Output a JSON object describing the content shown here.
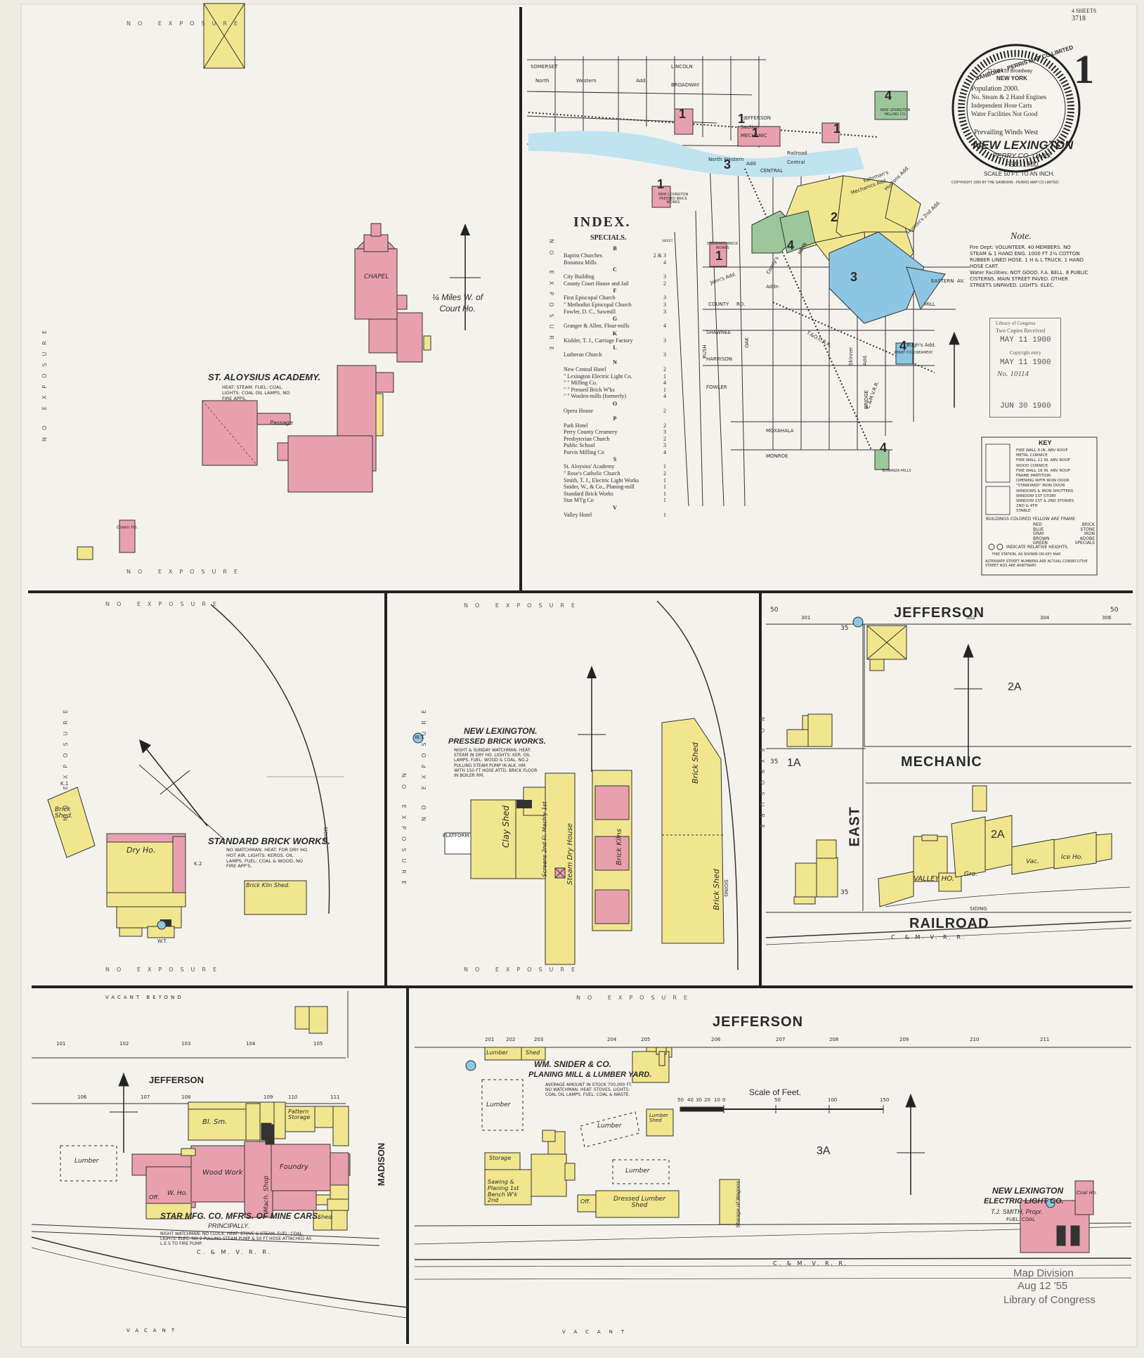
{
  "sheet": {
    "number": "1",
    "sheets_note": "4 SHEETS",
    "sheets_id": "3718"
  },
  "title_block": {
    "company": "SANBORN - PERRIS MAP CO LIMITED",
    "address": "117 & 119 Broadway",
    "city": "NEW YORK",
    "population": "Population 2000.",
    "engines": "No. Steam & 2 Hand Engines",
    "hose": "Independent Hose Carts",
    "water": "Water Facilities Not Good",
    "winds": "Prevailing Winds West",
    "town": "NEW LEXINGTON",
    "county": "PERRY CO. OHIO.",
    "date": "FEB. 1900.",
    "scale": "SCALE 50 FT. TO AN INCH.",
    "copyright": "COPYRIGHT 1900 BY THE SANBORN - PERRIS MAP CO LIMITED"
  },
  "note": {
    "heading": "Note.",
    "fire_dept": "Fire Dept: VOLUNTEER. 40 MEMBERS. NO STEAM & 1 HAND ENG. 1000 FT 2½ COTTON RUBBER LINED HOSE. 1 H & L TRUCK. 1 HAND HOSE CART.",
    "water_facilities": "Water Facilities: NOT GOOD. F.A. BELL. 8 PUBLIC CISTERNS. MAIN STREET PAVED. OTHER STREETS UNPAVED. LIGHTS: ELEC."
  },
  "received_stamp": {
    "line1": "Library of Congress",
    "line2": "Two Copies Received",
    "line3": "MAY 11 1900",
    "line4": "Copyright entry",
    "line5": "MAY 11 1900",
    "line6": "No. 10114",
    "line7": "JUN 30 1900"
  },
  "key": {
    "heading": "KEY",
    "lines": [
      "FIRE WALL 6 IN. ABV ROOF",
      "METAL CORNICE",
      "FIRE WALL 12 IN. ABV ROOF",
      "WOOD CORNICE",
      "FIRE WALL 18 IN. ABV ROOF",
      "FRAME PARTITION",
      "OPENING WITH IRON DOOR",
      "\"STANDARD\" IRON DOOR",
      "WINDOWS & IRON SHUTTERS",
      "WINDOW 1ST STORY",
      "WINDOW 1ST & 2ND STORIES",
      "2ND & 4TH",
      "STABLE"
    ],
    "colors_heading": "BUILDINGS COLORED YELLOW ARE FRAME",
    "colors": [
      {
        "name": "RED",
        "meaning": "BRICK"
      },
      {
        "name": "BLUE",
        "meaning": "STONE"
      },
      {
        "name": "GRAY",
        "meaning": "IRON"
      },
      {
        "name": "BROWN",
        "meaning": "ADOBE"
      },
      {
        "name": "GREEN",
        "meaning": "SPECIALS"
      }
    ],
    "heights": "INDICATE RELATIVE HEIGHTS.",
    "fire_station": "FIRE STATION, AS SHOWN ON KEY MAP.",
    "footer": "ALTERNATE STREET NUMBERS ARE ACTUAL CONSECUTIVE STREET NOS ARE ARBITRARY."
  },
  "index": {
    "title": "INDEX.",
    "subtitle": "SPECIALS.",
    "sheet_col": "SHEET",
    "entries": [
      {
        "letter": "B"
      },
      {
        "name": "Baptist Churches",
        "sheet": "2 & 3"
      },
      {
        "name": "Bonanza Mills",
        "sheet": "4"
      },
      {
        "letter": "C"
      },
      {
        "name": "City Building",
        "sheet": "3"
      },
      {
        "name": "County Court House and Jail",
        "sheet": "2"
      },
      {
        "letter": "F"
      },
      {
        "name": "First Episcopal Church",
        "sheet": "3"
      },
      {
        "name": "\" Methodist Episcopal Church",
        "sheet": "3"
      },
      {
        "name": "Fowler, D. C., Sawmill",
        "sheet": "3"
      },
      {
        "letter": "G"
      },
      {
        "name": "Granger & Allen, Flour-mills",
        "sheet": "4"
      },
      {
        "letter": "K"
      },
      {
        "name": "Kishler, T. J., Carriage Factory",
        "sheet": "3"
      },
      {
        "letter": "L"
      },
      {
        "name": "Lutheran Church",
        "sheet": "3"
      },
      {
        "letter": "N"
      },
      {
        "name": "New Central Hotel",
        "sheet": "2"
      },
      {
        "name": "\" Lexington Electric Light Co.",
        "sheet": "1"
      },
      {
        "name": "\" \" Milling Co.",
        "sheet": "4"
      },
      {
        "name": "\" \" Pressed Brick W'ks",
        "sheet": "1"
      },
      {
        "name": "\" \" Woolen-mills (formerly)",
        "sheet": "4"
      },
      {
        "letter": "O"
      },
      {
        "name": "Opera House",
        "sheet": "2"
      },
      {
        "letter": "P"
      },
      {
        "name": "Park Hotel",
        "sheet": "2"
      },
      {
        "name": "Perry County Creamery",
        "sheet": "3"
      },
      {
        "name": "Presbyterian Church",
        "sheet": "2"
      },
      {
        "name": "Public School",
        "sheet": "3"
      },
      {
        "name": "Purvis Milling Co",
        "sheet": "4"
      },
      {
        "letter": "S"
      },
      {
        "name": "St. Aloysius' Academy",
        "sheet": "1"
      },
      {
        "name": "\" Rose's Catholic Church",
        "sheet": "2"
      },
      {
        "name": "Smith, T. J., Electric Light Works",
        "sheet": "1"
      },
      {
        "name": "Snider, W., & Co., Planing-mill",
        "sheet": "1"
      },
      {
        "name": "Standard Brick Works",
        "sheet": "1"
      },
      {
        "name": "Star M'f'g Co",
        "sheet": "1"
      },
      {
        "letter": "V"
      },
      {
        "name": "Valley Hotel",
        "sheet": "1"
      }
    ]
  },
  "key_map": {
    "streets": [
      "SOMERSET",
      "North",
      "Western",
      "Add.",
      "LINCOLN",
      "BROADWAY",
      "JEFFERSON",
      "Section",
      "MECHANIC",
      "Railroad",
      "Central",
      "Add",
      "CENTRAL",
      "North Western",
      "MAIN",
      "Comly's",
      "Addn",
      "COUNTY",
      "RD.",
      "SHAWNEE",
      "HARRISON",
      "FOWLER",
      "RUSH",
      "OAK",
      "MOXAHALA",
      "MONROE",
      "BRIDGE",
      "EASTERN",
      "AV.",
      "MILL",
      "Bugh's Add.",
      "Rahrman's",
      "Mechanics Add.",
      "Hustons Add.",
      "Huston's 2nd Add.",
      "John's Add.",
      "Skinner",
      "Add.",
      "C.&M.V.R.R.",
      "T.&O.C.R.R."
    ],
    "labels": [
      {
        "text": "NEW LEXINGTON PRESSED BRICK WORKS"
      },
      {
        "text": "NEW LEXINGTON MILLING CO."
      },
      {
        "text": "STANDARD BRICK WORKS"
      },
      {
        "text": "PERRY CO. CREAMERY"
      },
      {
        "text": "BONANZA MILLS"
      }
    ],
    "sheet_numbers": [
      "1",
      "1",
      "1",
      "1",
      "1",
      "1",
      "2",
      "3",
      "4",
      "4",
      "4",
      "4",
      "3"
    ]
  },
  "panels": {
    "academy": {
      "name": "ST. ALOYSIUS ACADEMY.",
      "heat": "HEAT: STEAM. FUEL: COAL. LIGHTS: COAL OIL LAMPS. NO FIRE APPS.",
      "chapel": "CHAPEL",
      "passage": "Passage",
      "green_ho": "Green Ho.",
      "distance": "¼ Miles W. of Court Ho.",
      "exposure_top": "NO EXPOSURE",
      "exposure_bottom": "NO EXPOSURE",
      "exposure_left": "NO EXPOSURE",
      "exposure_right": "NO EXPOSURE"
    },
    "standard": {
      "name": "STANDARD BRICK WORKS.",
      "details": "NO WATCHMAN. HEAT: FOR DRY HO. HOT AIR. LIGHTS: KEROS. OIL LAMPS. FUEL: COAL & WOOD. NO FIRE APP'S.",
      "dry_ho": "Dry Ho.",
      "kiln_shed": "Brick Kiln Shed.",
      "brick_shed": "Brick Shed.",
      "kiln": "K.1",
      "k2": "K.2",
      "siding": "SIDING",
      "wt": "W.T.",
      "exposure": "NO EXPOSURE"
    },
    "pressed": {
      "name": "NEW LEXINGTON.",
      "name2": "PRESSED BRICK WORKS.",
      "details": "NIGHT & SUNDAY WATCHMAN. HEAT: STEAM IN DRY HO. LIGHTS: KER. OIL LAMPS. FUEL: WOOD & COAL. NO.2 PULLING STEAM PUMP IN ALK. HM. WITH 150 FT HOSE ATTD. BRICK FLOOR IN BOILER RM.",
      "clay_shed": "Clay Shed",
      "screens": "Screens 2nd Fl. Mach'y 1st",
      "steam_dry": "Steam Dry House",
      "kilns": "Brick Kilns",
      "brick_shed1": "Brick Shed",
      "brick_shed2": "Brick Shed",
      "platform": "PLATFORM",
      "siding": "SIDING",
      "wt": "W.T.",
      "exposure": "NO EXPOSURE"
    },
    "valley": {
      "streets": [
        "JEFFERSON",
        "MECHANIC",
        "RAILROAD",
        "EAST"
      ],
      "railroad": "C. & M. V. R. R.",
      "valley_ho": "VALLEY HO.",
      "gro": "Gro.",
      "vac": "Vac.",
      "ice_ho": "Ice Ho.",
      "blocks": [
        "2A",
        "2A",
        "1A"
      ],
      "numbers": [
        "301",
        "302",
        "304",
        "306",
        "35",
        "50",
        "50",
        "35",
        "35"
      ],
      "siding": "SIDING"
    },
    "star": {
      "name": "STAR MFG. CO. MFR'S. OF MINE CARS.",
      "principally": "PRINCIPALLY.",
      "details": "NIGHT WATCHMAN. NO CLOCK. HEAT: STOVE & STEAM. FUEL: COAL. LIGHTS: ELEC. NO 2 PULLING STEAM PUMP & 50 FT HOSE ATTACHED AS L.E.S TO FIRE PUMP.",
      "street": "JEFFERSON",
      "cross": "MADISON",
      "railroad": "C. & M. V. R. R.",
      "vacant_top": "VACANT BEYOND",
      "vacant_bottom": "VACANT",
      "bl_sm": "Bl. Sm.",
      "wood_work": "Wood Work",
      "w_ho": "W. Ho.",
      "mach_shop": "Mach. Shop",
      "foundry": "Foundry",
      "pattern": "Pattern Storage",
      "shed": "Shed",
      "lumber": "Lumber",
      "off": "Off.",
      "numbers": [
        "101",
        "102",
        "103",
        "104",
        "105",
        "106",
        "107",
        "108",
        "109",
        "110",
        "111"
      ]
    },
    "snider": {
      "name": "WM. SNIDER & CO.",
      "name2": "PLANING MILL & LUMBER YARD.",
      "details": "AVERAGE AMOUNT IN STOCK 700,000 FT. NO WATCHMAN. HEAT: STOVES. LIGHTS: COAL OIL LAMPS. FUEL: COAL & WASTE.",
      "street": "JEFFERSON",
      "block": "3A",
      "storage": "Storage",
      "planing": "Sawing & Planing 1st Bench W'k 2nd",
      "dressed": "Dressed Lumber Shed",
      "lumber_shed": "Lumber Shed",
      "lumber": [
        "Lumber",
        "Lumber",
        "Lumber",
        "Lumber"
      ],
      "shed": "Shed",
      "off": "Off.",
      "storage_of": "Storage of Wagons",
      "numbers": [
        "201",
        "202",
        "203",
        "204",
        "205",
        "206",
        "207",
        "208",
        "209",
        "210",
        "211"
      ],
      "railroad": "C. & M. V. R. R.",
      "vacant": "VACANT",
      "exposure": "NO EXPOSURE"
    },
    "electric": {
      "name": "NEW LEXINGTON",
      "name2": "ELECTRIC LIGHT CO.",
      "proprietor": "T.J. SMITH, Propr.",
      "fuel": "FUEL: COAL",
      "coal_ho": "Coal Ho."
    },
    "scale": {
      "title": "Scale of Feet.",
      "ticks": [
        "50",
        "40",
        "30",
        "20",
        "10",
        "0",
        "50",
        "100",
        "150"
      ]
    }
  },
  "stamps": {
    "map_division": "Map Division",
    "date": "Aug 12 '55",
    "library": "Library of Congress"
  },
  "colors": {
    "brick": "#e9a0ae",
    "frame": "#f1e68e",
    "stone": "#8cc6e2",
    "special": "#9cc79b",
    "paper": "#efece4",
    "ink": "#2a2a2a"
  }
}
